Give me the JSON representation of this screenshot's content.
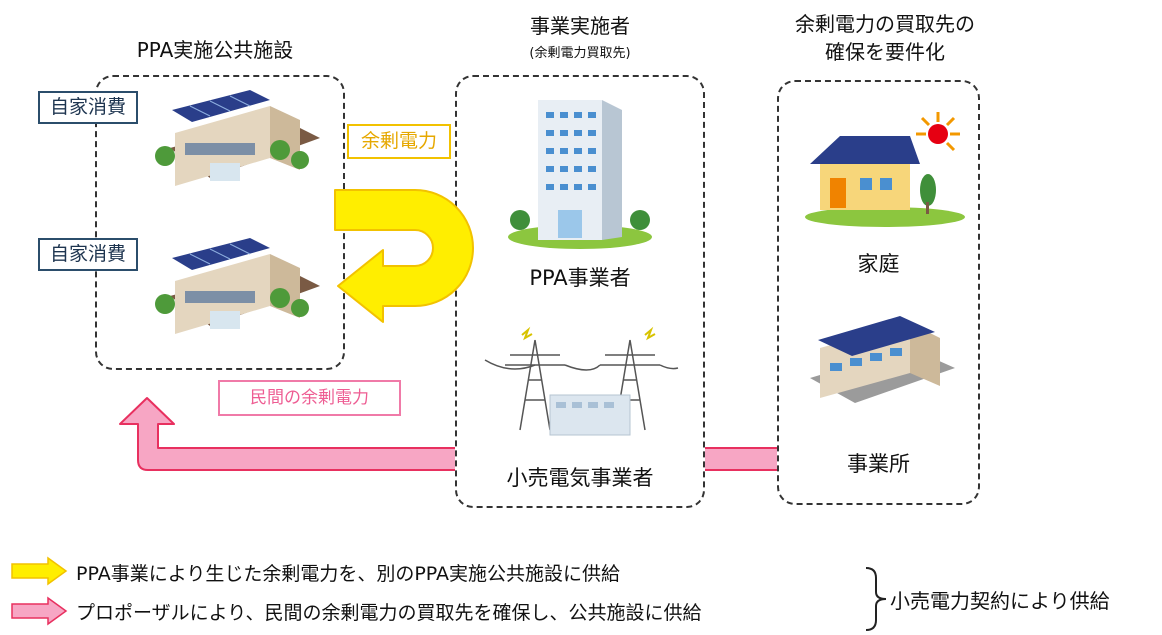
{
  "columns": {
    "public_facilities": {
      "title": "PPA実施公共施設",
      "badges": [
        "自家消費",
        "自家消費"
      ]
    },
    "operator": {
      "title": "事業実施者",
      "subtitle": "(余剰電力買取先)",
      "items": [
        "PPA事業者",
        "小売電気事業者"
      ]
    },
    "purchasers": {
      "title_line1": "余剰電力の買取先の",
      "title_line2": "確保を要件化",
      "items": [
        "家庭",
        "事業所"
      ]
    }
  },
  "flows": {
    "surplus_label": "余剰電力",
    "private_surplus_label": "民間の余剰電力"
  },
  "legend": {
    "items": [
      {
        "color": "#ffee00",
        "text": "PPA事業により生じた余剰電力を、別のPPA実施公共施設に供給"
      },
      {
        "color": "#f7a6c4",
        "text": "プロポーザルにより、民間の余剰電力の買取先を確保し、公共施設に供給"
      }
    ],
    "summary": "小売電力契約により供給"
  },
  "colors": {
    "yellow_arrow": "#ffee00",
    "yellow_border": "#f2c200",
    "pink_arrow": "#f7a6c4",
    "pink_border": "#e8305f",
    "badge_border": "#2b4d6b"
  }
}
